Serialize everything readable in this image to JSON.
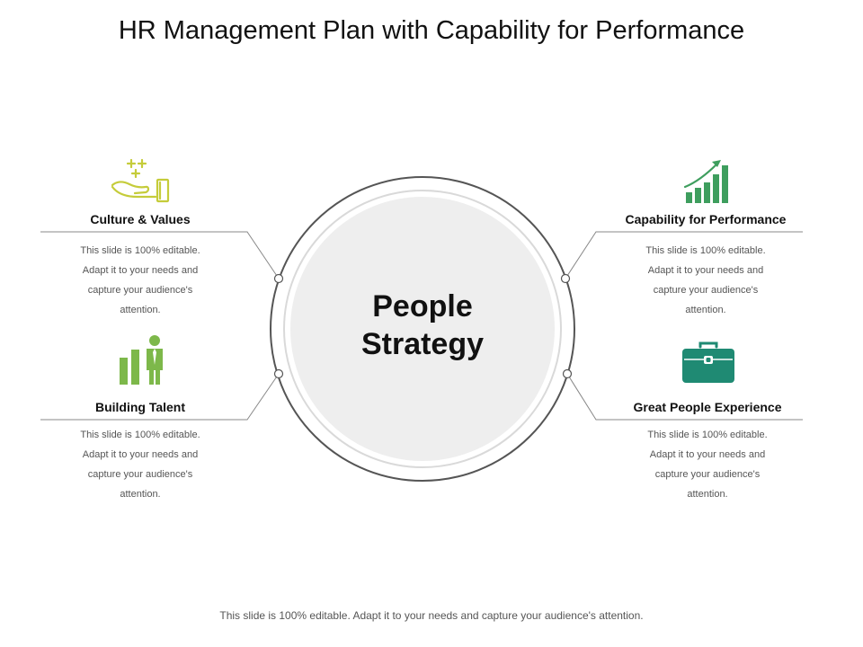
{
  "title": "HR Management Plan with Capability for Performance",
  "center": {
    "line1": "People",
    "line2": "Strategy"
  },
  "items": [
    {
      "heading": "Culture & Values",
      "description": "This slide is 100% editable. Adapt it to your needs and capture your audience's attention.",
      "icon": "hand-with-sparkles-icon",
      "color": "#c5cc3a"
    },
    {
      "heading": "Building Talent",
      "description": "This slide is 100% editable. Adapt it to your needs and capture your audience's attention.",
      "icon": "person-with-bars-icon",
      "color": "#7db84a"
    },
    {
      "heading": "Capability for Performance",
      "description": "This slide is 100% editable. Adapt it to your needs and capture your audience's attention.",
      "icon": "growth-chart-icon",
      "color": "#3e9e5e"
    },
    {
      "heading": "Great People Experience",
      "description": "This slide is 100% editable. Adapt it to your needs and capture your audience's attention.",
      "icon": "briefcase-icon",
      "color": "#1f8a73"
    }
  ],
  "footer": "This slide is 100% editable. Adapt it to your needs and capture your audience's attention."
}
